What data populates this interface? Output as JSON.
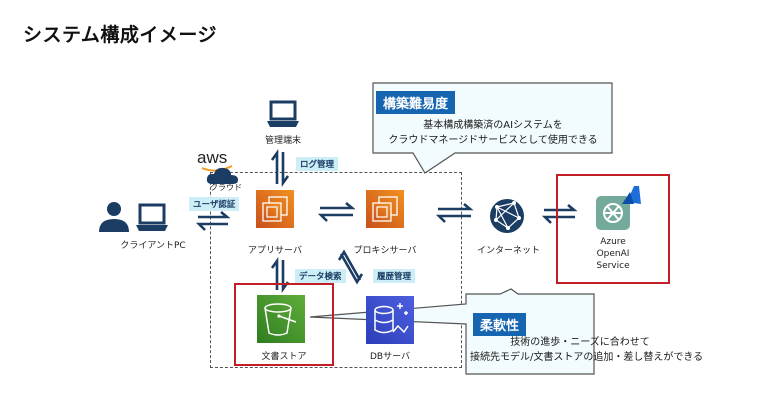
{
  "title": "システム構成イメージ",
  "cloud": {
    "provider_logo": "aws",
    "label": "クラウド",
    "icon": "aws-cloud-icon"
  },
  "nodes": {
    "admin_terminal": {
      "label": "管理端末",
      "icon": "laptop-icon"
    },
    "client_pc": {
      "label": "クライアントPC",
      "icon": "user-laptop-icon"
    },
    "app_server": {
      "label": "アプリサーバ",
      "icon": "ec2-chip-icon"
    },
    "proxy_server": {
      "label": "プロキシサーバ",
      "icon": "ec2-chip-icon"
    },
    "internet": {
      "label": "インターネット",
      "icon": "globe-network-icon"
    },
    "azure_openai": {
      "label_lines": [
        "Azure",
        "OpenAI",
        "Service"
      ],
      "icon": "openai-azure-icon"
    },
    "doc_store": {
      "label": "文書ストア",
      "icon": "s3-bucket-icon"
    },
    "db_server": {
      "label": "DBサーバ",
      "icon": "database-icon"
    }
  },
  "connections": {
    "log_management": "ログ管理",
    "user_auth": "ユーザ認証",
    "data_search": "データ検索",
    "history_management": "履歴管理"
  },
  "callouts": {
    "difficulty": {
      "heading": "構築難易度",
      "lines": [
        "基本構成構築済のAIシステムを",
        "クラウドマネージドサービスとして使用できる"
      ]
    },
    "flexibility": {
      "heading": "柔軟性",
      "lines": [
        "技術の進歩・ニーズに合わせて",
        "接続先モデル/文書ストアの追加・差し替えができる"
      ]
    }
  },
  "colors": {
    "navy": "#1b3d63",
    "ec2_orange": "#e0700f",
    "s3_green": "#3f8f26",
    "db_blue": "#3546c9",
    "openai_green": "#74aa9c",
    "azure_blue": "#1d6ed8",
    "highlight_red": "#c21e25",
    "callout_heading": "#1565b0",
    "callout_bg": "#f2fbfe",
    "tag_bg": "#cdeef7"
  }
}
